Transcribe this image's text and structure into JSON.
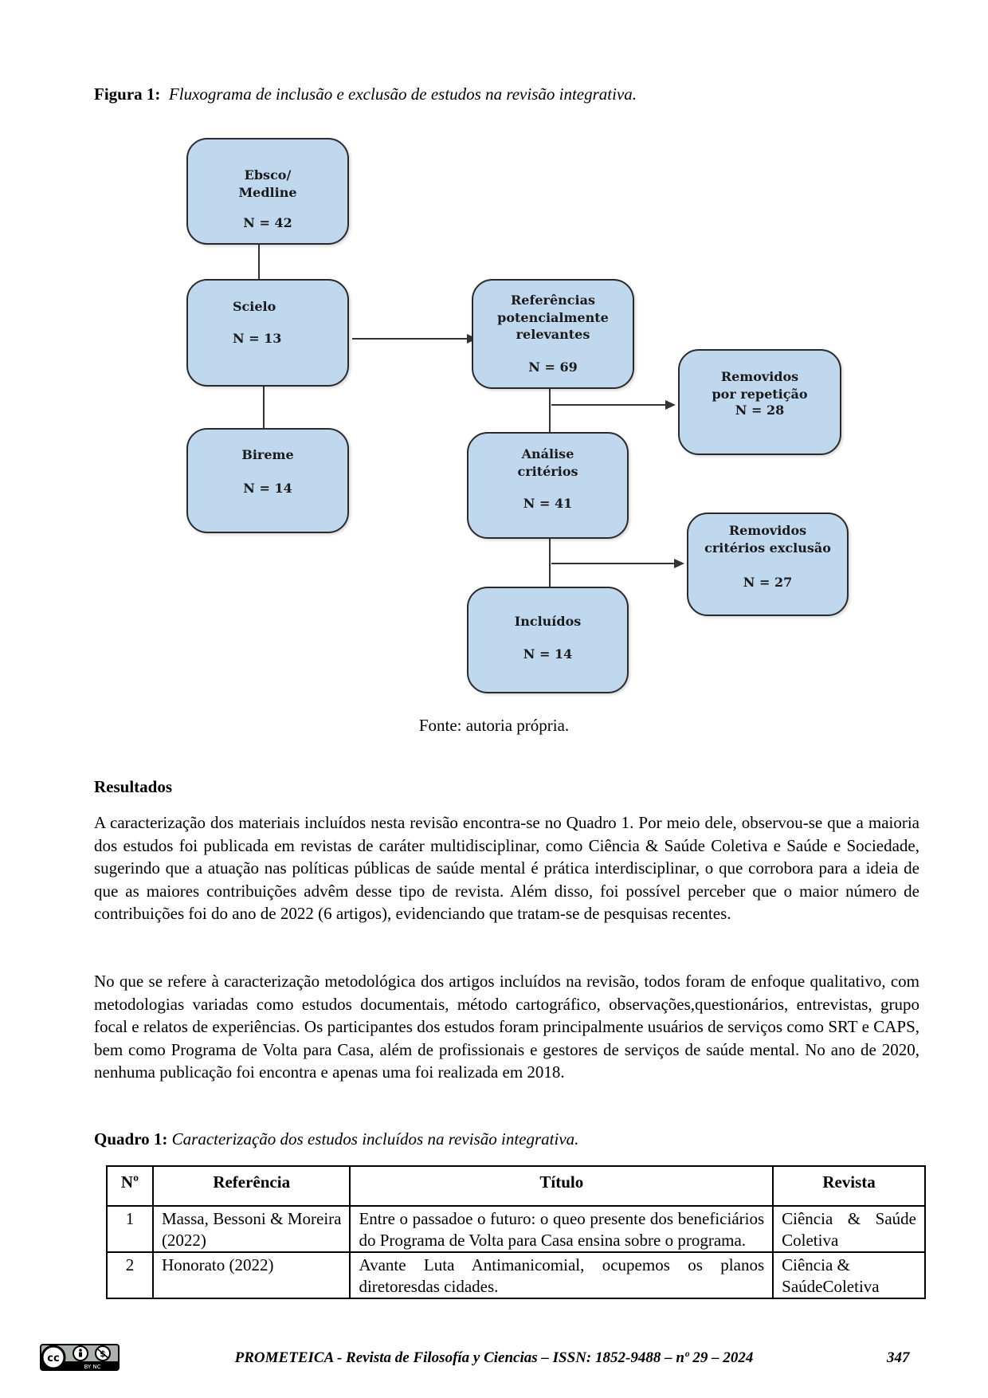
{
  "figure": {
    "label": "Figura 1:",
    "title": "Fluxograma de inclusão e exclusão de estudos na revisão integrativa.",
    "boxes": {
      "ebsco": {
        "title": "Ebsco/\nMedline",
        "n": "N = 42"
      },
      "scielo": {
        "title": "Scielo",
        "n": "N = 13"
      },
      "bireme": {
        "title": "Bireme",
        "n": "N = 14"
      },
      "referencias": {
        "title": "Referências\npotencialmente\nrelevantes",
        "n": "N = 69"
      },
      "removidos_rep": {
        "title": "Removidos\npor repetição",
        "n": "N = 28"
      },
      "analise": {
        "title": "Análise\ncritérios",
        "n": "N = 41"
      },
      "removidos_crit": {
        "title": "Removidos\ncritérios exclusão",
        "n": "N = 27"
      },
      "incluidos": {
        "title": "Incluídos",
        "n": "N = 14"
      }
    },
    "source": "Fonte: autoria própria."
  },
  "results": {
    "heading": "Resultados",
    "paragraph1": "A caracterização dos materiais incluídos nesta revisão encontra-se no Quadro 1. Por meio dele, observou-se que a maioria dos estudos foi publicada em revistas de caráter multidisciplinar, como Ciência & Saúde Coletiva e Saúde e Sociedade, sugerindo que a atuação nas políticas públicas de saúde mental é prática interdisciplinar, o que corrobora para a ideia de que as maiores contribuições advêm desse tipo de revista. Além disso, foi possível perceber que o maior número de contribuições foi do ano de 2022 (6 artigos), evidenciando que tratam-se de pesquisas recentes.",
    "paragraph2": "No que se refere à caracterização metodológica dos artigos incluídos na revisão, todos foram de enfoque qualitativo, com metodologias variadas como estudos documentais, método cartográfico, observações,questionários, entrevistas, grupo focal e relatos de experiências. Os participantes dos estudos foram principalmente usuários de serviços como SRT e CAPS, bem como Programa de Volta para Casa, além de profissionais e gestores de serviços de saúde mental. No ano de 2020, nenhuma publicação foi encontra e apenas uma foi realizada em 2018."
  },
  "quadro": {
    "label": "Quadro 1:",
    "title": "Caracterização dos estudos incluídos na revisão integrativa.",
    "headers": [
      "Nº",
      "Referência",
      "Título",
      "Revista"
    ],
    "rows": [
      {
        "n": "1",
        "ref": "Massa, Bessoni & Moreira (2022)",
        "titulo": "Entre o passadoe o futuro: o queo presente dos beneficiários do Programa de Volta para Casa ensina sobre o programa.",
        "revista": "Ciência & Saúde Coletiva"
      },
      {
        "n": "2",
        "ref": "Honorato (2022)",
        "titulo": "Avante Luta Antimanicomial, ocupemos os planos diretoresdas cidades.",
        "revista": "Ciência & SaúdeColetiva"
      }
    ]
  },
  "footer": {
    "license_icon": "cc-by-nc-icon",
    "license_text": "BY NC",
    "journal": "PROMETEICA - Revista de Filosofía y Ciencias – ISSN: 1852-9488 – nº 29 – 2024",
    "page": "347"
  }
}
